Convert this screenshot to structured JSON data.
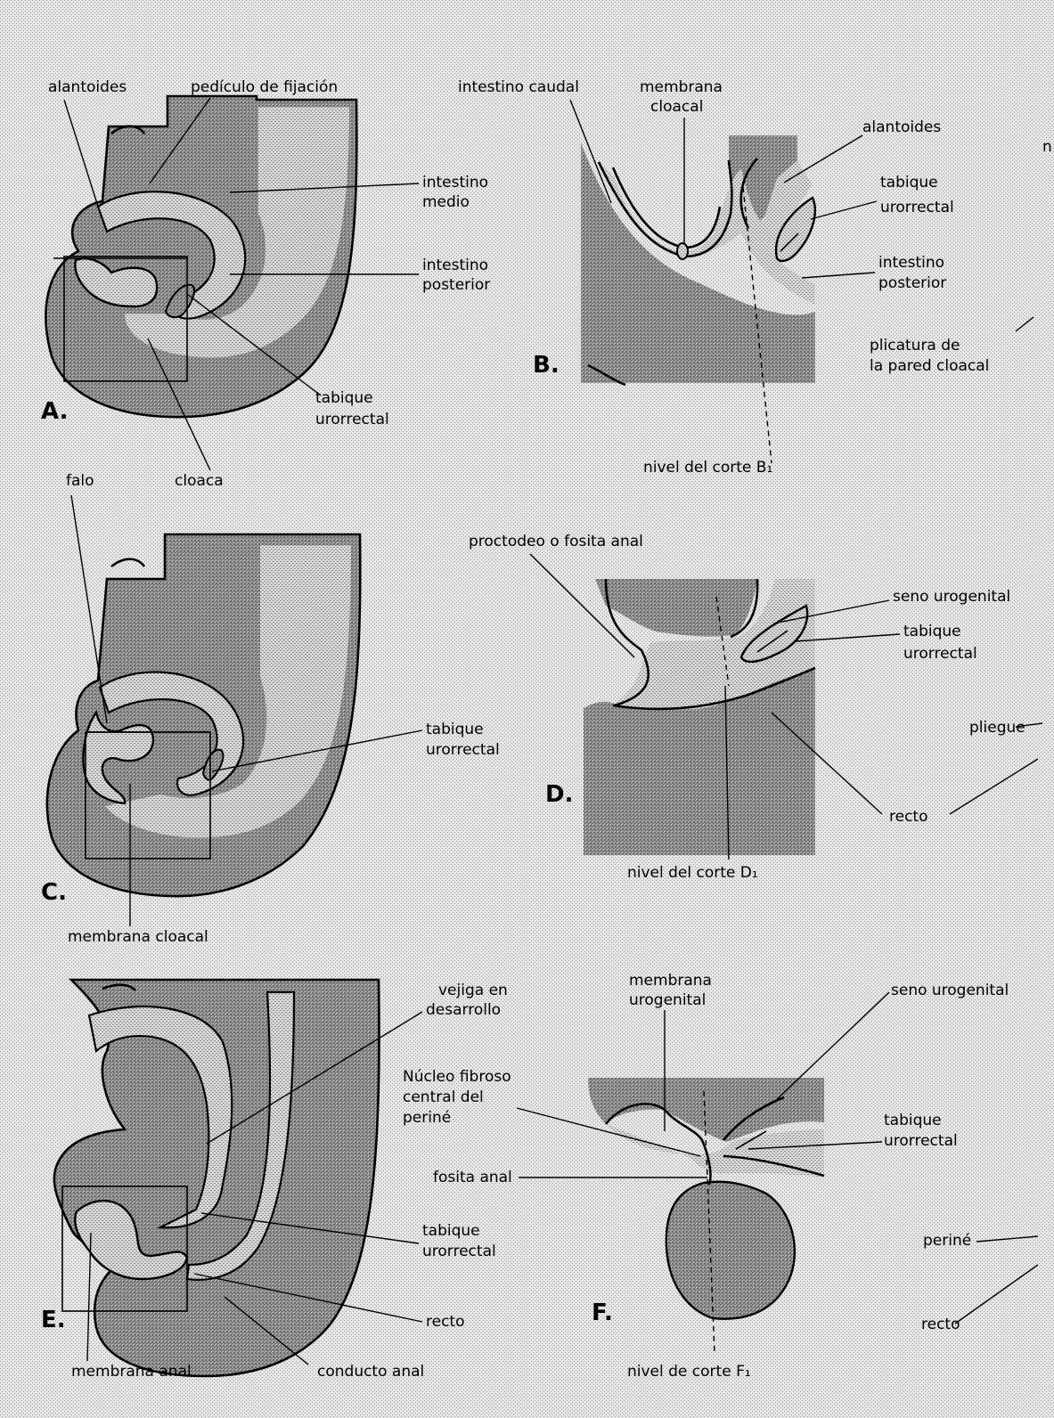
{
  "panels": {
    "A": {
      "letter": "A.",
      "labels": {
        "alantoides": "alantoides",
        "pediculo": "pedículo de fijación",
        "intestino_medio_1": "intestino",
        "intestino_medio_2": "medio",
        "intestino_posterior_1": "intestino",
        "intestino_posterior_2": "posterior",
        "tabique_1": "tabique",
        "tabique_2": "urorrectal",
        "cloaca": "cloaca"
      }
    },
    "B": {
      "letter": "B.",
      "labels": {
        "intestino_caudal": "intestino caudal",
        "membrana_1": "membrana",
        "membrana_2": "cloacal",
        "alantoides": "alantoides",
        "tabique_1": "tabique",
        "tabique_2": "urorrectal",
        "intestino_posterior_1": "intestino",
        "intestino_posterior_2": "posterior",
        "plicatura_1": "plicatura de",
        "plicatura_2": "la pared cloacal",
        "nivel": "nivel del corte B₁",
        "edge_fragment": "n"
      }
    },
    "C": {
      "letter": "C.",
      "labels": {
        "falo": "falo",
        "tabique_1": "tabique",
        "tabique_2": "urorrectal",
        "membrana": "membrana cloacal"
      }
    },
    "D": {
      "letter": "D.",
      "labels": {
        "proctodeo": "proctodeo o fosita anal",
        "seno": "seno urogenital",
        "tabique_1": "tabique",
        "tabique_2": "urorrectal",
        "pliegue": "pliegue",
        "recto": "recto",
        "nivel": "nivel del corte D₁"
      }
    },
    "E": {
      "letter": "E.",
      "labels": {
        "vejiga_1": "vejiga en",
        "vejiga_2": "desarrollo",
        "tabique_1": "tabique",
        "tabique_2": "urorrectal",
        "recto": "recto",
        "membrana_anal": "membrana anal",
        "conducto_anal": "conducto anal"
      }
    },
    "F": {
      "letter": "F.",
      "labels": {
        "membrana_1": "membrana",
        "membrana_2": "urogenital",
        "seno": "seno urogenital",
        "nucleo_1": "Núcleo fibroso",
        "nucleo_2": "central del",
        "nucleo_3": "periné",
        "tabique_1": "tabique",
        "tabique_2": "urorrectal",
        "fosita": "fosita anal",
        "perineo": "periné",
        "recto": "recto",
        "nivel": "nivel de corte F₁"
      }
    }
  },
  "colors": {
    "background": "#e2e2e2",
    "tissue_light": "#d3d3d3",
    "tissue_dark": "#a8a8a8",
    "ink": "#000000"
  }
}
